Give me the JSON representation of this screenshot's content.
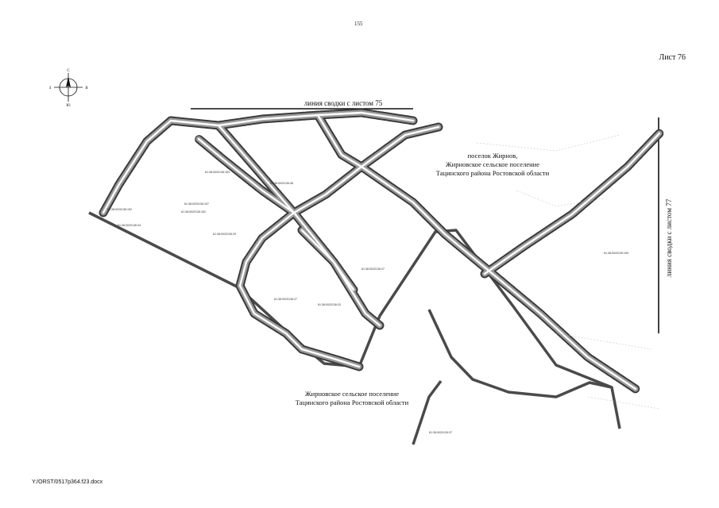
{
  "page_number": "155",
  "sheet_label": "Лист 76",
  "file_path": "Y:/ORST/0517p364.f23.docx",
  "compass": {
    "north": "С",
    "south": "Ю",
    "west": "З",
    "east": "В"
  },
  "match_line_top": "линия сводки с листом 75",
  "match_line_right": "линия сводки с листом 77",
  "settlement_label": {
    "line1": "поселок Жирнов,",
    "line2": "Жирновское сельское поселение",
    "line3": "Тацинского района Ростовской области"
  },
  "area_label": {
    "line1": "Жирновское сельское поселение",
    "line2": "Тацинского района Ростовской области"
  },
  "parcel_labels": [
    "61:38:0020136:36",
    "61:38:0020136:37",
    "61:38:0020136:20",
    "61:38:0020136:27",
    "61:38:0020136:157",
    "61:38:0020136:162",
    "61:38:0020136:34",
    "61:38:0020136:152",
    "61:38:0020136:153",
    "61:38:0020136:29",
    "61:38:0020139:105",
    "61:38:0020139:37"
  ],
  "colors": {
    "road": "#8c8c8c",
    "boundary": "#4a4a4a",
    "match_line": "#111111"
  }
}
